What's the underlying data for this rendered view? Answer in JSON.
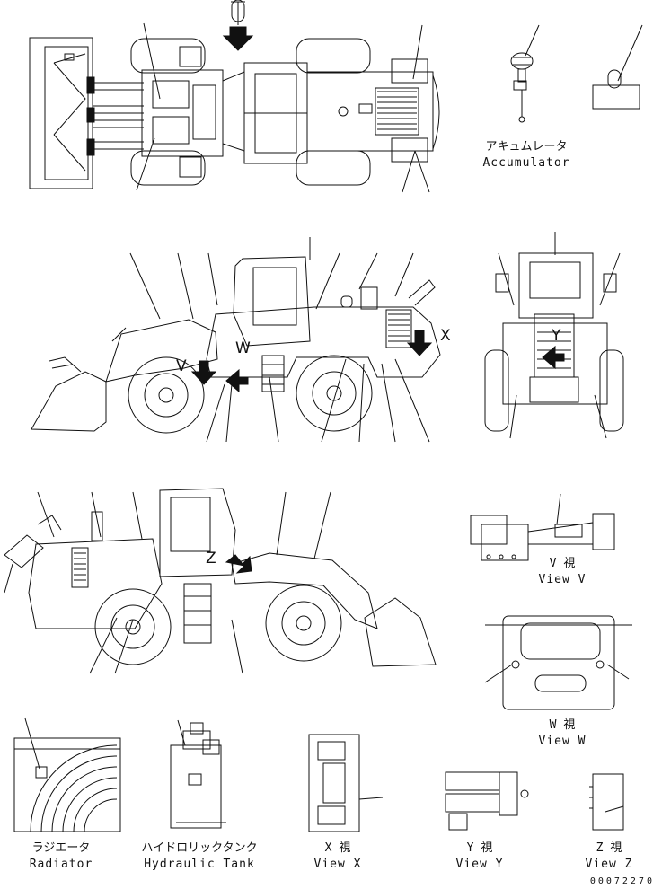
{
  "sheet": {
    "background": "#ffffff",
    "line_color": "#111111",
    "document_number": "00072270"
  },
  "views": {
    "accumulator": {
      "label_jp": "アキュムレータ",
      "label_en": "Accumulator"
    },
    "view_v": {
      "label_jp": "V 視",
      "label_en": "View V",
      "marker": "V"
    },
    "view_w": {
      "label_jp": "W 視",
      "label_en": "View W",
      "marker": "W"
    },
    "view_x": {
      "label_jp": "X 視",
      "label_en": "View X",
      "marker": "X"
    },
    "view_y": {
      "label_jp": "Y 視",
      "label_en": "View Y",
      "marker": "Y"
    },
    "view_z": {
      "label_jp": "Z 視",
      "label_en": "View Z",
      "marker": "Z"
    },
    "radiator": {
      "label_jp": "ラジエータ",
      "label_en": "Radiator"
    },
    "hydraulic_tank": {
      "label_jp": "ハイドロリックタンク",
      "label_en": "Hydraulic Tank"
    }
  }
}
